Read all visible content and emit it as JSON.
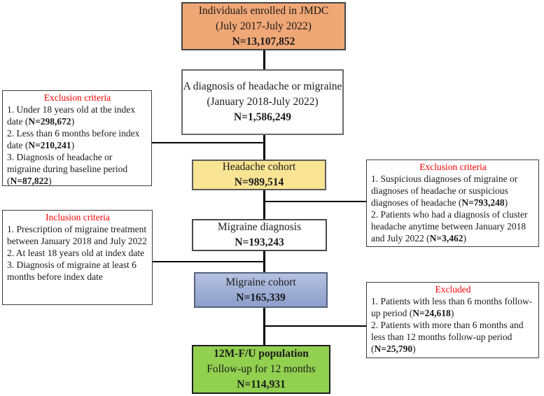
{
  "diagram": {
    "colors": {
      "enrolled_fill": "#f0a776",
      "headache_fill": "#f8e493",
      "migraine_fill": "#97aad6",
      "followup_fill": "#92d050",
      "title_red": "#fe0000"
    },
    "boxes": {
      "enrolled": {
        "line1": "Individuals enrolled in JMDC",
        "line2": "(July 2017-July 2022)",
        "n": "N=13,107,852"
      },
      "diagnosis": {
        "line1": "A diagnosis of headache or migraine",
        "line2": "(January 2018-July 2022)",
        "n": "N=1,586,249"
      },
      "headache_cohort": {
        "line1": "Headache cohort",
        "n": "N=989,514"
      },
      "migraine_diagnosis": {
        "line1": "Migraine diagnosis",
        "n": "N=193,243"
      },
      "migraine_cohort": {
        "line1": "Migraine cohort",
        "n": "N=165,339"
      },
      "followup": {
        "line1": "12M-F/U population",
        "line2": "Follow-up for 12 months",
        "n": "N=114,931"
      }
    },
    "side_boxes": {
      "exclusion_headache": {
        "title": "Exclusion criteria",
        "items": [
          {
            "pre": "1. Under 18 years old at the index date (",
            "bold": "N=298,672",
            "post": ")"
          },
          {
            "pre": "2. Less than 6 months before index date (",
            "bold": "N=210,241",
            "post": ")"
          },
          {
            "pre": "3. Diagnosis of headache or migraine during baseline period (",
            "bold": "N=87,822",
            "post": ")"
          }
        ]
      },
      "exclusion_migraine": {
        "title": "Exclusion criteria",
        "items": [
          {
            "pre": "1. Suspicious diagnoses of migraine or diagnoses of headache or suspicious diagnoses of headache (",
            "bold": "N=793,248",
            "post": ")"
          },
          {
            "pre": "2. Patients who had a diagnosis of cluster headache anytime between January 2018 and July 2022 (",
            "bold": "N=3,462",
            "post": ")"
          }
        ]
      },
      "inclusion": {
        "title": "Inclusion criteria",
        "items": [
          {
            "pre": "1. Prescription of migraine treatment between January 2018 and July 2022",
            "bold": "",
            "post": ""
          },
          {
            "pre": "2. At least 18 years old at index date",
            "bold": "",
            "post": ""
          },
          {
            "pre": "3. Diagnosis of migraine at least 6 months before index date",
            "bold": "",
            "post": ""
          }
        ]
      },
      "excluded": {
        "title": "Excluded",
        "items": [
          {
            "pre": "1. Patients with less than 6 months follow-up period (",
            "bold": "N=24,618",
            "post": ")"
          },
          {
            "pre": "2. Patients with more than 6 months and less than 12 months follow-up period (",
            "bold": "N=25,790",
            "post": ")"
          }
        ]
      }
    }
  }
}
